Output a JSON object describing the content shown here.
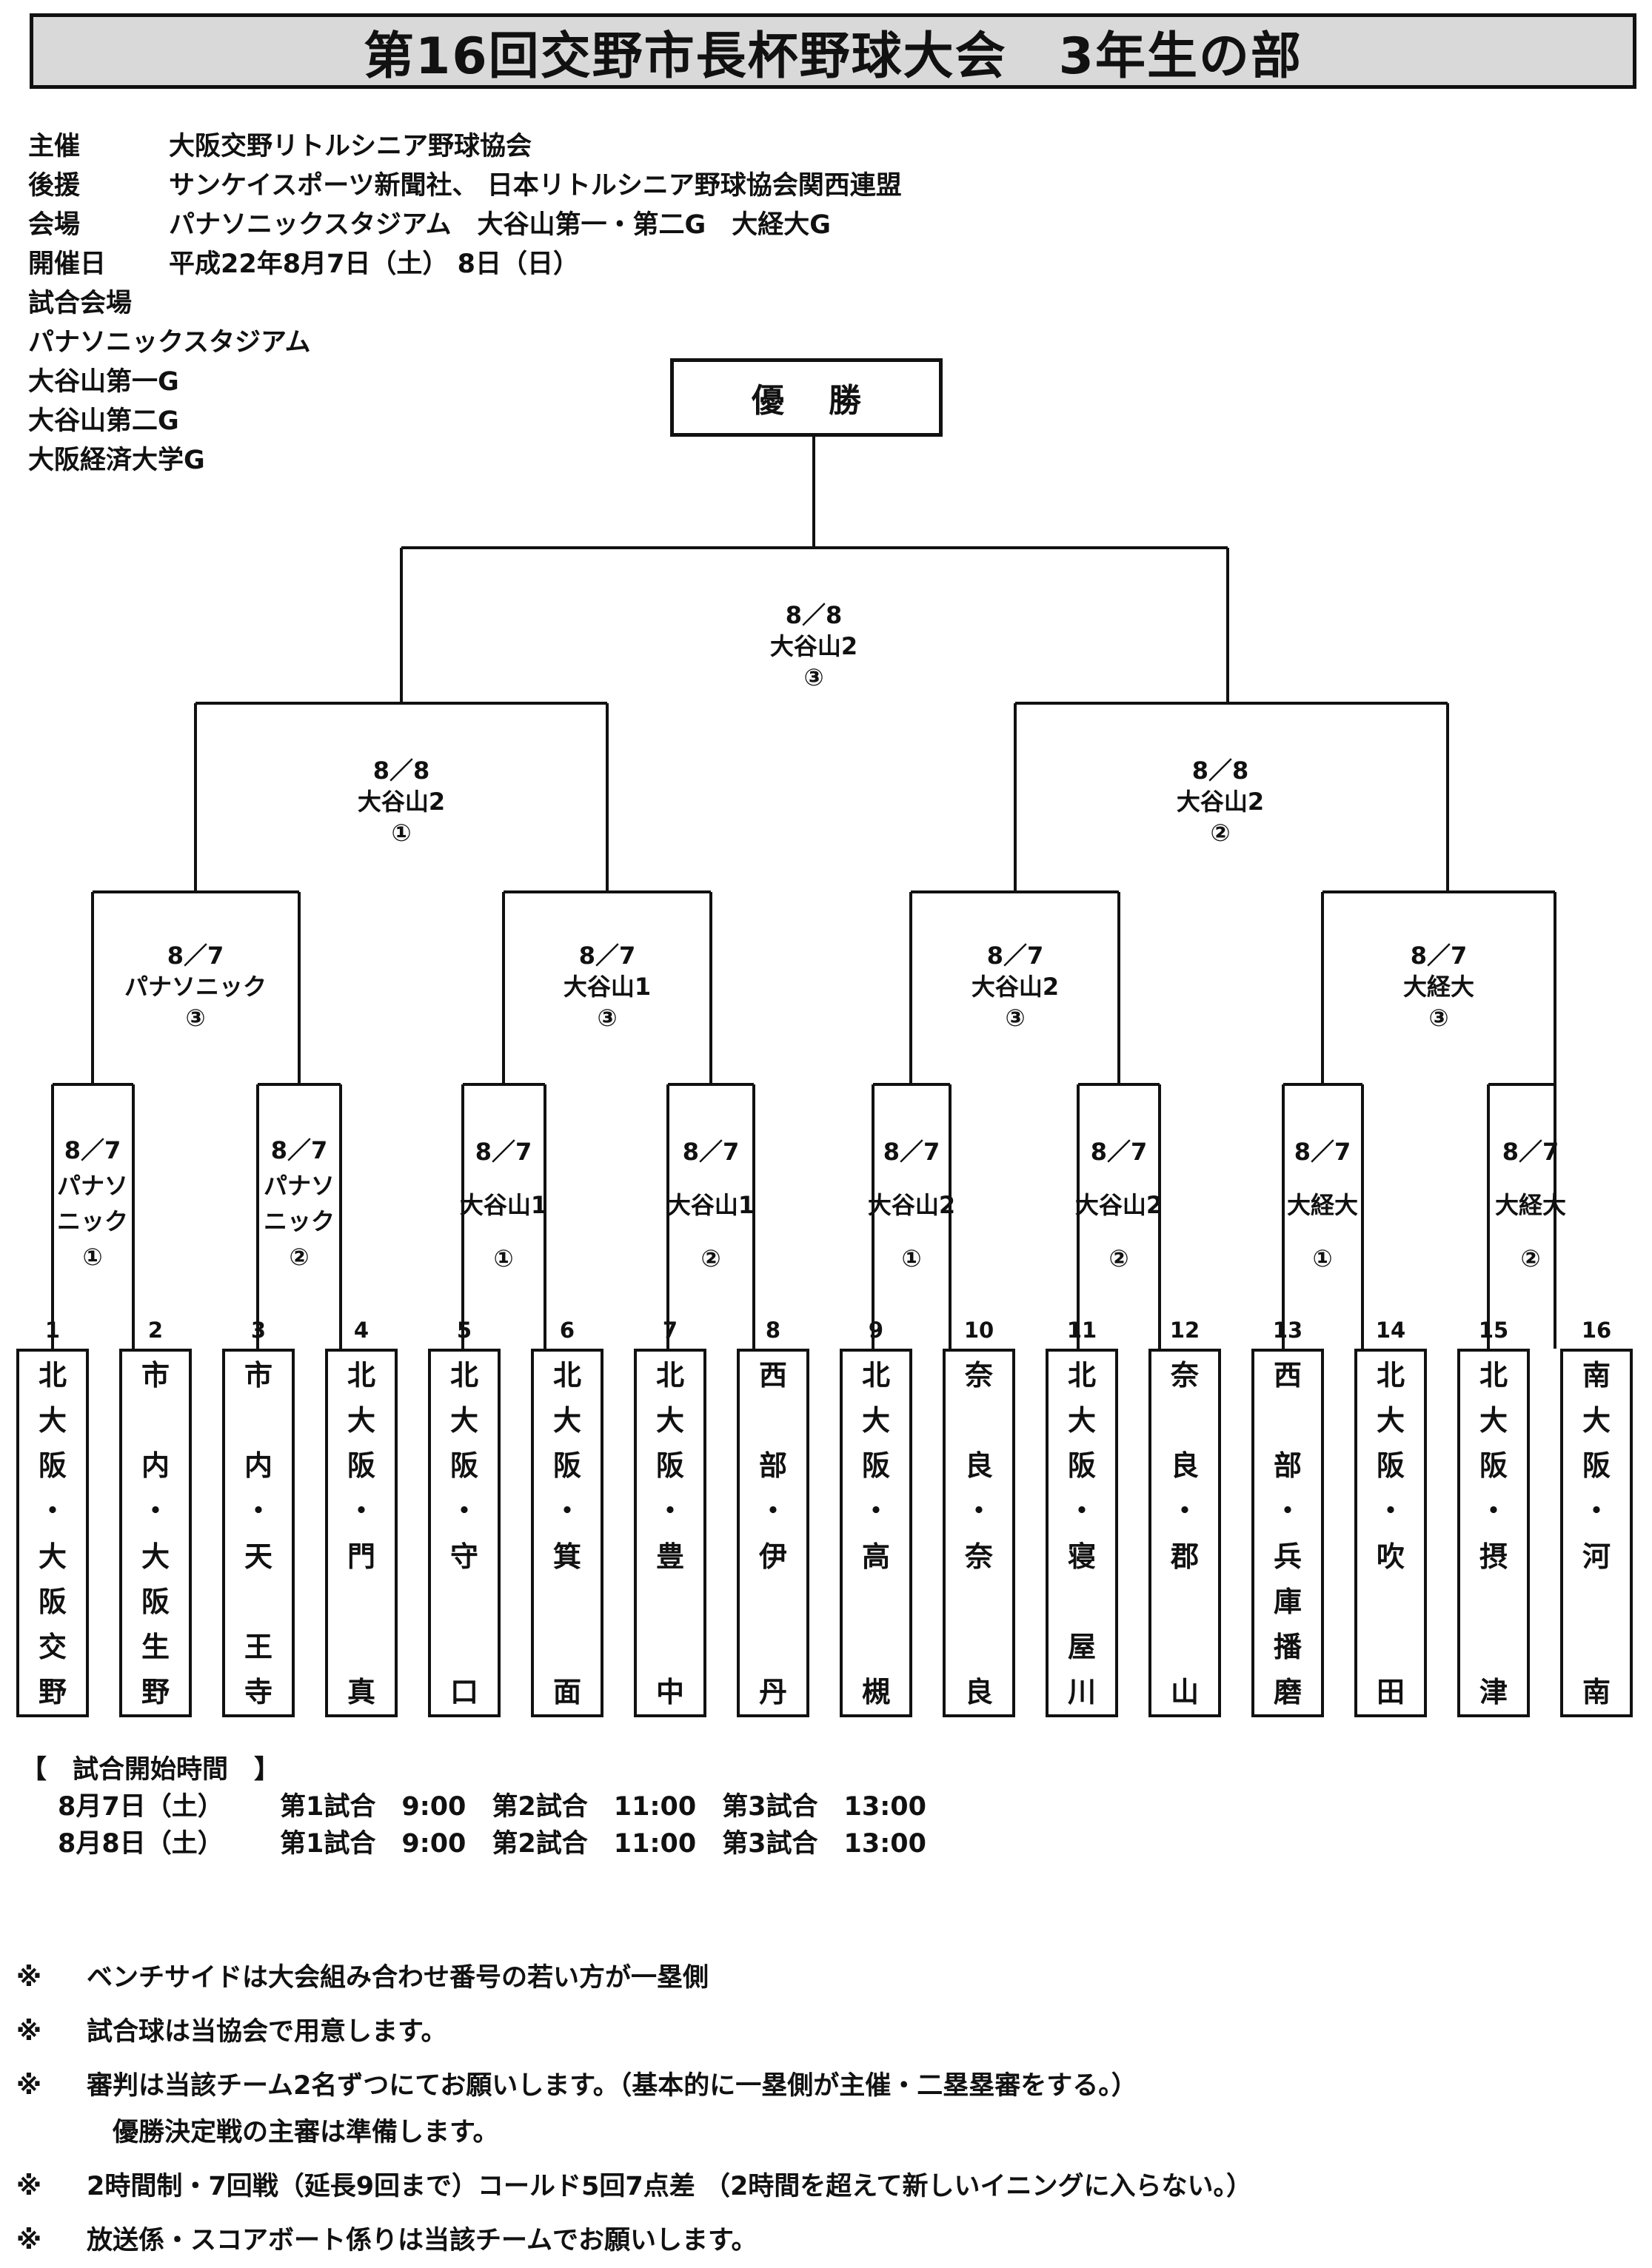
{
  "title": "第16回交野市長杯野球大会　3年生の部",
  "info": [
    {
      "label": "主催",
      "value": "大阪交野リトルシニア野球協会"
    },
    {
      "label": "後援",
      "value": "サンケイスポーツ新聞社、 日本リトルシニア野球協会関西連盟"
    },
    {
      "label": "会場",
      "value": "パナソニックスタジアム　大谷山第一・第二G　大経大G"
    },
    {
      "label": "開催日",
      "value": "平成22年8月7日（土） 8日（日）"
    }
  ],
  "venue_heading": "試合会場",
  "venues": [
    "パナソニックスタジアム",
    "大谷山第一G",
    "大谷山第二G",
    "大阪経済大学G"
  ],
  "champion_label": "優勝",
  "final": {
    "date": "8／8",
    "venue": "大谷山2",
    "slot": "③"
  },
  "semis": [
    {
      "date": "8／8",
      "venue": "大谷山2",
      "slot": "①"
    },
    {
      "date": "8／8",
      "venue": "大谷山2",
      "slot": "②"
    }
  ],
  "quarters": [
    {
      "date": "8／7",
      "venue": "パナソニック",
      "slot": "③"
    },
    {
      "date": "8／7",
      "venue": "大谷山1",
      "slot": "③"
    },
    {
      "date": "8／7",
      "venue": "大谷山2",
      "slot": "③"
    },
    {
      "date": "8／7",
      "venue": "大経大",
      "slot": "③"
    }
  ],
  "first_round": [
    {
      "date": "8／7",
      "venue1": "パナソ",
      "venue2": "ニック",
      "slot": "①"
    },
    {
      "date": "8／7",
      "venue1": "パナソ",
      "venue2": "ニック",
      "slot": "②"
    },
    {
      "date": "8／7",
      "venue1": "大谷山1",
      "venue2": "",
      "slot": "①"
    },
    {
      "date": "8／7",
      "venue1": "大谷山1",
      "venue2": "",
      "slot": "②"
    },
    {
      "date": "8／7",
      "venue1": "大谷山2",
      "venue2": "",
      "slot": "①"
    },
    {
      "date": "8／7",
      "venue1": "大谷山2",
      "venue2": "",
      "slot": "②"
    },
    {
      "date": "8／7",
      "venue1": "大経大",
      "venue2": "",
      "slot": "①"
    },
    {
      "date": "8／7",
      "venue1": "大経大",
      "venue2": "",
      "slot": "②"
    }
  ],
  "teams": [
    {
      "num": "1",
      "chars": [
        "北",
        "大",
        "阪",
        "・",
        "大",
        "阪",
        "交",
        "野"
      ]
    },
    {
      "num": "2",
      "chars": [
        "市",
        "",
        "内",
        "・",
        "大",
        "阪",
        "生",
        "野"
      ]
    },
    {
      "num": "3",
      "chars": [
        "市",
        "",
        "内",
        "・",
        "天",
        "",
        "王",
        "寺"
      ]
    },
    {
      "num": "4",
      "chars": [
        "北",
        "大",
        "阪",
        "・",
        "門",
        "",
        "",
        "真"
      ]
    },
    {
      "num": "5",
      "chars": [
        "北",
        "大",
        "阪",
        "・",
        "守",
        "",
        "",
        "口"
      ]
    },
    {
      "num": "6",
      "chars": [
        "北",
        "大",
        "阪",
        "・",
        "箕",
        "",
        "",
        "面"
      ]
    },
    {
      "num": "7",
      "chars": [
        "北",
        "大",
        "阪",
        "・",
        "豊",
        "",
        "",
        "中"
      ]
    },
    {
      "num": "8",
      "chars": [
        "西",
        "",
        "部",
        "・",
        "伊",
        "",
        "",
        "丹"
      ]
    },
    {
      "num": "9",
      "chars": [
        "北",
        "大",
        "阪",
        "・",
        "高",
        "",
        "",
        "槻"
      ]
    },
    {
      "num": "10",
      "chars": [
        "奈",
        "",
        "良",
        "・",
        "奈",
        "",
        "",
        "良"
      ]
    },
    {
      "num": "11",
      "chars": [
        "北",
        "大",
        "阪",
        "・",
        "寝",
        "",
        "屋",
        "川"
      ]
    },
    {
      "num": "12",
      "chars": [
        "奈",
        "",
        "良",
        "・",
        "郡",
        "",
        "",
        "山"
      ]
    },
    {
      "num": "13",
      "chars": [
        "西",
        "",
        "部",
        "・",
        "兵",
        "庫",
        "播",
        "磨"
      ]
    },
    {
      "num": "14",
      "chars": [
        "北",
        "大",
        "阪",
        "・",
        "吹",
        "",
        "",
        "田"
      ]
    },
    {
      "num": "15",
      "chars": [
        "北",
        "大",
        "阪",
        "・",
        "摂",
        "",
        "",
        "津"
      ]
    },
    {
      "num": "16",
      "chars": [
        "南",
        "大",
        "阪",
        "・",
        "河",
        "",
        "",
        "南"
      ]
    }
  ],
  "schedule": {
    "heading": "【　試合開始時間　】",
    "rows": [
      {
        "day": "8月7日（土）",
        "times": "第1試合　9:00　第2試合　11:00　第3試合　13:00"
      },
      {
        "day": "8月8日（土）",
        "times": "第1試合　9:00　第2試合　11:00　第3試合　13:00"
      }
    ]
  },
  "notes": [
    {
      "mark": "※",
      "text": "ベンチサイドは大会組み合わせ番号の若い方が一塁側"
    },
    {
      "mark": "※",
      "text": "試合球は当協会で用意します。"
    },
    {
      "mark": "※",
      "text": "審判は当該チーム2名ずつにてお願いします。（基本的に一塁側が主催・二塁塁審をする。）"
    },
    {
      "mark": "",
      "text": "　優勝決定戦の主審は準備します。"
    },
    {
      "mark": "※",
      "text": "2時間制・7回戦（延長9回まで）コールド5回7点差 （2時間を超えて新しいイニングに入らない。）"
    },
    {
      "mark": "※",
      "text": "放送係・スコアボート係りは当該チームでお願いします。"
    }
  ]
}
